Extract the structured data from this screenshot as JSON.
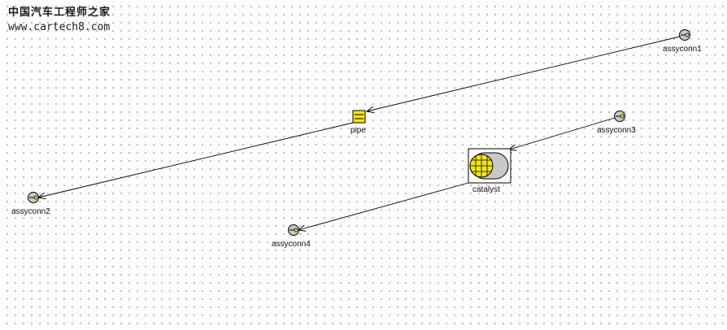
{
  "watermark": {
    "title": "中国汽车工程师之家",
    "url": "www.cartech8.com"
  },
  "nodes": {
    "assyconn1": {
      "label": "assyconn1",
      "icon": "connector-icon"
    },
    "assyconn2": {
      "label": "assyconn2",
      "icon": "connector-icon"
    },
    "assyconn3": {
      "label": "assyconn3",
      "icon": "connector-icon"
    },
    "assyconn4": {
      "label": "assyconn4",
      "icon": "connector-icon"
    },
    "pipe": {
      "label": "pipe",
      "icon": "pipe-icon"
    },
    "catalyst": {
      "label": "catalyst",
      "icon": "catalyst-icon"
    }
  },
  "connections": [
    {
      "from": "assyconn1",
      "to": "pipe"
    },
    {
      "from": "pipe",
      "to": "assyconn2"
    },
    {
      "from": "assyconn3",
      "to": "catalyst"
    },
    {
      "from": "catalyst",
      "to": "assyconn4"
    }
  ],
  "colors": {
    "connector_fill": "#c8c8c8",
    "pipe_fill": "#f5e600",
    "catalyst_fill": "#f5e600",
    "line": "#000000"
  }
}
